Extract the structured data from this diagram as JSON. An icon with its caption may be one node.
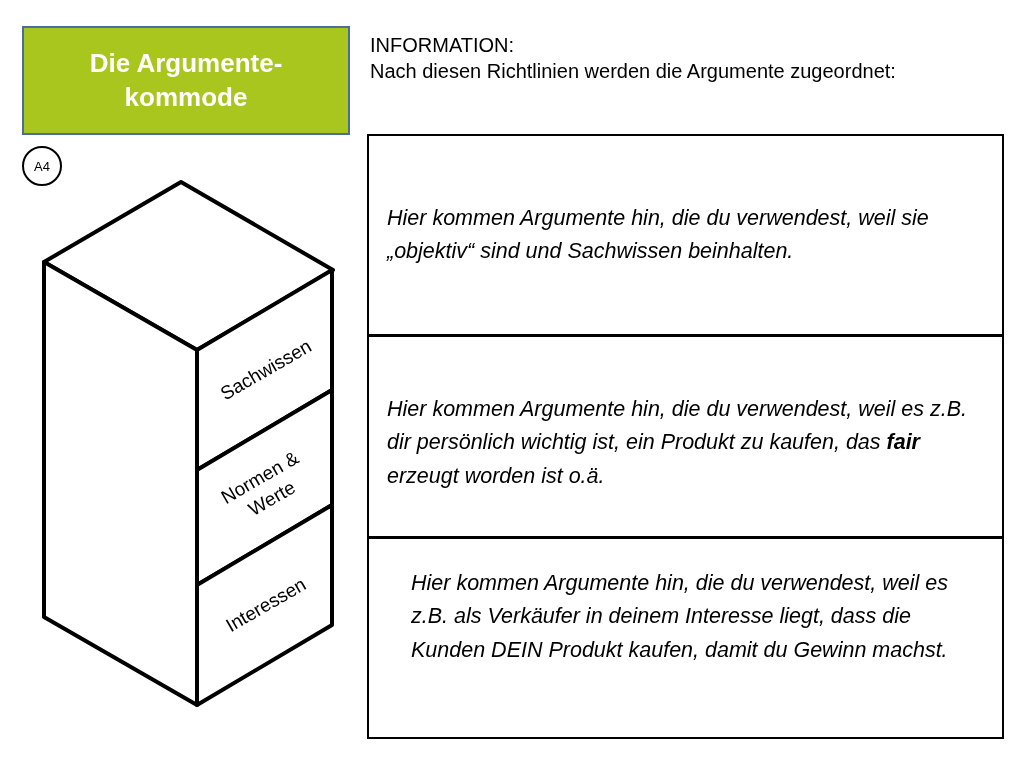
{
  "diagram": {
    "title": "Die Argumente-kommode",
    "nodes": [
      {
        "text": [
          "A4"
        ]
      },
      {
        "text": [
          "Sachwissen"
        ]
      },
      {
        "text": [
          "Normen & Werte"
        ]
      },
      {
        "text": [
          "Interessen"
        ]
      },
      {
        "text": [
          "Hier kommen Argumente hin, die du verwendest, weil sie „objektiv“ sind und Sachwissen beinhalten."
        ]
      },
      {
        "text": [
          "Hier kommen Argumente hin, die du verwendest, weil es z.B. dir persönlich wichtig ist, ein Produkt zu kaufen, das **fair** erzeugt worden ist o.ä."
        ]
      },
      {
        "text": [
          "Hier kommen Argumente hin, die du verwendest, weil es z.B. als Verkäufer in deinem Interesse liegt, dass die Kunden DEIN Produkt kaufen, damit du Gewinn machst."
        ]
      }
    ],
    "labels": [
      "INFORMATION:",
      "Nach diesen Richtlinien werden die Argumente zugeordnet:"
    ]
  }
}
